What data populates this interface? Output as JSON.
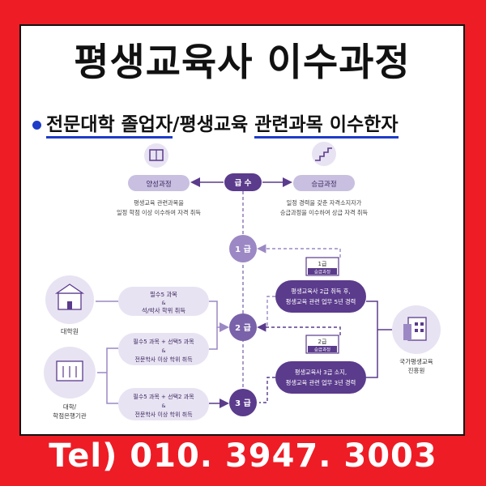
{
  "header": {
    "title": "평생교육사 이수과정",
    "subtitle_part1": "전문대학 졸업자",
    "subtitle_part2": "/평생교육 ",
    "subtitle_part3": "관련과목 이수한자"
  },
  "diagram": {
    "top_left": {
      "label": "양성과정",
      "desc_line1": "평생교육 관련과목을",
      "desc_line2": "일정 학점 이상 이수하여 자격 취득"
    },
    "top_center": {
      "label": "급 수"
    },
    "top_right": {
      "label": "승급과정",
      "desc_line1": "일정 경력을 갖춘 자격소지자가",
      "desc_line2": "승급과정을 이수하여 상급 자격 취득"
    },
    "grades": {
      "g1": "1 급",
      "g2": "2 급",
      "g3": "3 급"
    },
    "institutions": {
      "univ_grad": "대학원",
      "univ_line1": "대학/",
      "univ_line2": "학점은행기관",
      "nile_line1": "국가평생교육",
      "nile_line2": "진흥원"
    },
    "paths": {
      "grad": {
        "line1": "필수5 과목",
        "amp": "&",
        "line2": "석/박사 학위 취득"
      },
      "univ2": {
        "line1": "필수5 과목 + 선택5 과목",
        "amp": "&",
        "line2": "전문학사 이상 학위 취득"
      },
      "univ3": {
        "line1": "필수5 과목 + 선택2 과목",
        "amp": "&",
        "line2": "전문학사 이상 학위 취득"
      }
    },
    "upgrades": {
      "to1": {
        "tag_top": "1급",
        "tag_bottom": "승급과정",
        "line1": "평생교육사 2급 취득 후,",
        "line2": "평생교육 관련 업무 5년 경력"
      },
      "to2": {
        "tag_top": "2급",
        "tag_bottom": "승급과정",
        "line1": "평생교육사 3급 소지,",
        "line2": "평생교육 관련 업무 3년 경력"
      }
    }
  },
  "footer": {
    "phone": "Tel) 010. 3947. 3003"
  },
  "colors": {
    "background": "#ee1c25",
    "purple_dark": "#5b3b8c",
    "purple_light": "#c9bfe0",
    "underline": "#1e3cc8"
  }
}
